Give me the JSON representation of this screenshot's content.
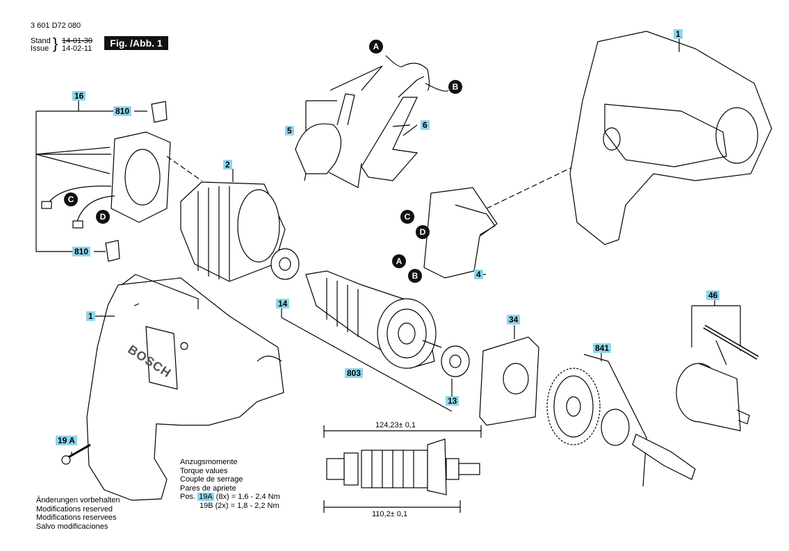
{
  "header": {
    "part_number": "3 601 D72 080",
    "stand_label": "Stand",
    "issue_label": "Issue",
    "stand_date": "14-01-30",
    "issue_date": "14-02-11",
    "figure_label": "Fig. /Abb. 1"
  },
  "part_labels": {
    "p1_top": "1",
    "p1_body": "1",
    "p2": "2",
    "p4": "4",
    "p5": "5",
    "p6": "6",
    "p13": "13",
    "p14": "14",
    "p16": "16",
    "p19a": "19 A",
    "p34": "34",
    "p46": "46",
    "p803": "803",
    "p810_top": "810",
    "p810_bottom": "810",
    "p841": "841"
  },
  "connectors": {
    "a_top": "A",
    "b_top": "B",
    "c_left": "C",
    "d_left": "D",
    "c_switch": "C",
    "d_switch": "D",
    "a_switch": "A",
    "b_switch": "B"
  },
  "dimensions": {
    "top": "124,23± 0,1",
    "bottom": "110,2± 0,1"
  },
  "torque": {
    "lines": [
      "Anzugsmomente",
      "Torque values",
      "Couple de serrage",
      "Pares de apriete"
    ],
    "row1_prefix": "Pos.",
    "row1_pos": "19A",
    "row1_qty": "(8x)",
    "row1_value": "=  1,6  -  2,4 Nm",
    "row2_pos": "19B",
    "row2_qty": "(2x)",
    "row2_value": "=  1,8  -  2,2 Nm"
  },
  "modifications": [
    "Änderungen vorbehalten",
    "Modifications reserved",
    "Modifications reservees",
    "Salvo modificaciones"
  ],
  "brand": "BOSCH",
  "colors": {
    "label_bg": "#8fd6ea",
    "badge_bg": "#111111"
  }
}
